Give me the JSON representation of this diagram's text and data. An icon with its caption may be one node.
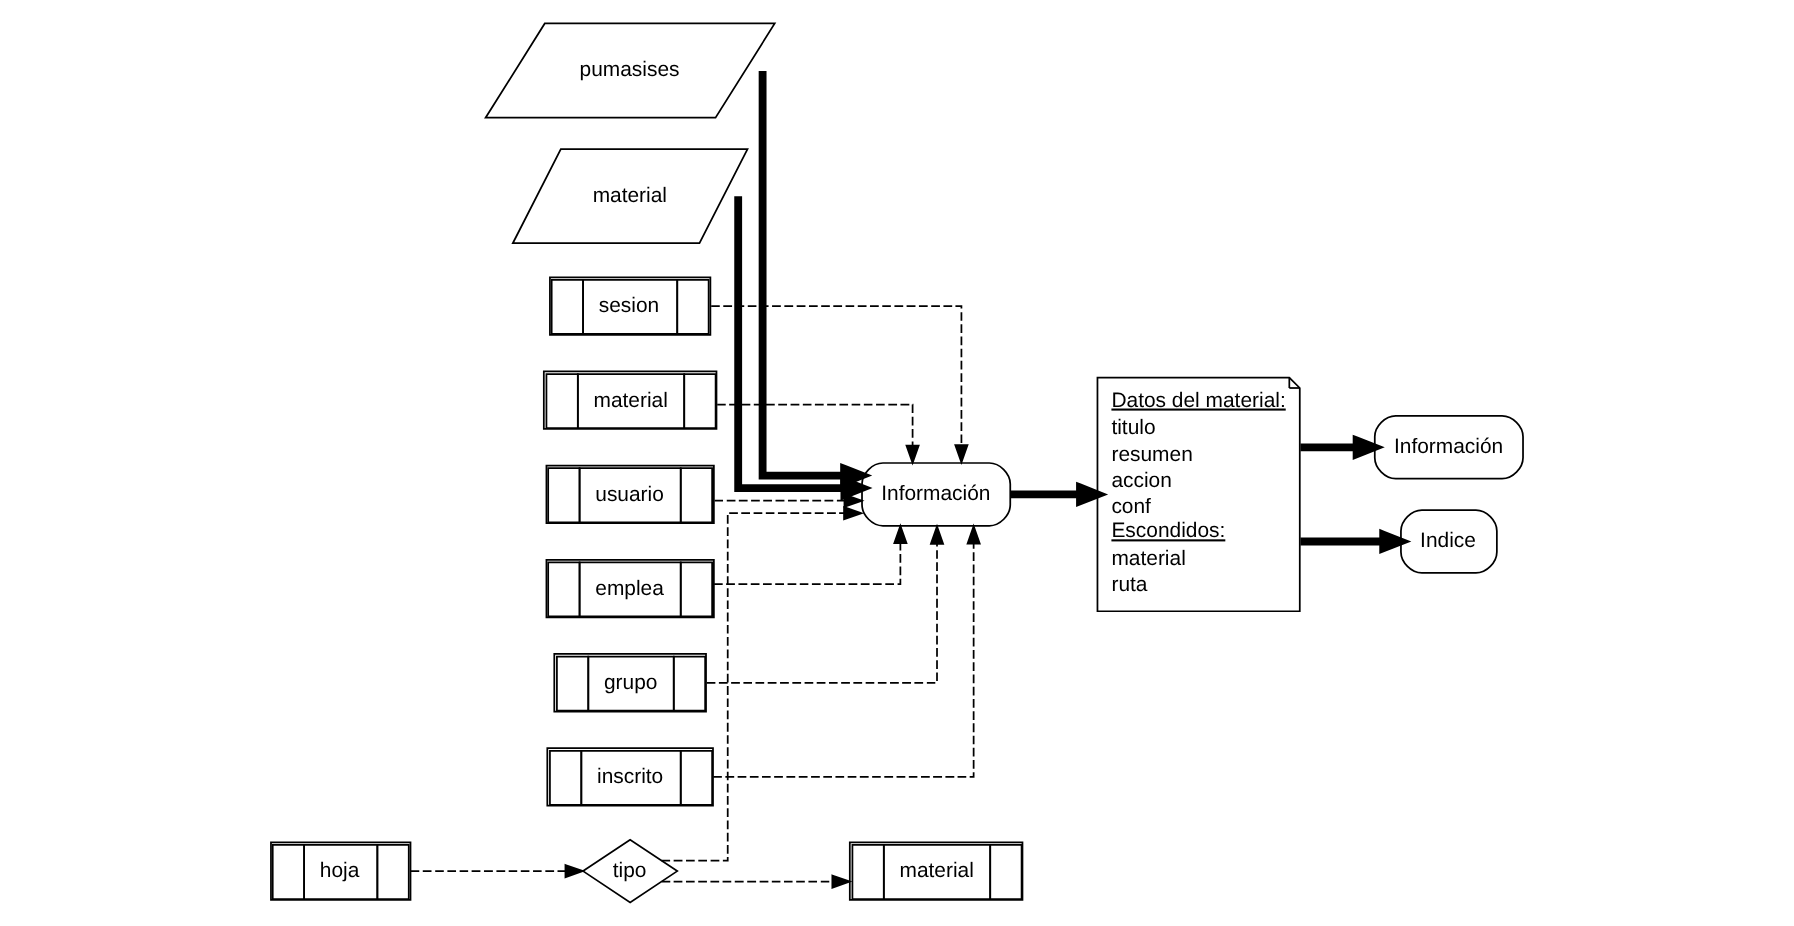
{
  "diagram": {
    "nodes": [
      {
        "text": [
          "pumasises"
        ]
      },
      {
        "text": [
          "material"
        ]
      },
      {
        "text": [
          "Información"
        ]
      },
      {
        "text": [
          "Datos del material:",
          "titulo",
          "resumen",
          "accion",
          "conf",
          "Escondidos:",
          "material",
          "ruta"
        ]
      },
      {
        "text": [
          "Información"
        ]
      },
      {
        "text": [
          "Indice"
        ]
      },
      {
        "text": [
          "sesion"
        ]
      },
      {
        "text": [
          "material"
        ]
      },
      {
        "text": [
          "usuario"
        ]
      },
      {
        "text": [
          "material"
        ]
      },
      {
        "text": [
          "tipo"
        ]
      },
      {
        "text": [
          "emplea"
        ]
      },
      {
        "text": [
          "grupo"
        ]
      },
      {
        "text": [
          "inscrito"
        ]
      },
      {
        "text": [
          "hoja"
        ]
      }
    ],
    "edges": [
      {
        "from": 0,
        "to": 2,
        "arrow": "to",
        "style": "thick"
      },
      {
        "from": 1,
        "to": 2,
        "arrow": "to",
        "style": "thick"
      },
      {
        "from": 2,
        "to": 3,
        "arrow": "to",
        "style": "thick"
      },
      {
        "from": 3,
        "to": 4,
        "arrow": "to",
        "style": "thick"
      },
      {
        "from": 3,
        "to": 5,
        "arrow": "to",
        "style": "thick"
      },
      {
        "from": 6,
        "to": 2,
        "arrow": "to",
        "style": "dashed"
      },
      {
        "from": 7,
        "to": 2,
        "arrow": "to",
        "style": "dashed"
      },
      {
        "from": 8,
        "to": 2,
        "arrow": "to",
        "style": "dashed"
      },
      {
        "from": 10,
        "to": 2,
        "arrow": "to",
        "style": "dashed"
      },
      {
        "from": 11,
        "to": 2,
        "arrow": "to",
        "style": "dashed"
      },
      {
        "from": 12,
        "to": 2,
        "arrow": "to",
        "style": "dashed"
      },
      {
        "from": 13,
        "to": 2,
        "arrow": "to",
        "style": "dashed"
      },
      {
        "from": 10,
        "to": 9,
        "arrow": "to",
        "style": "dashed"
      },
      {
        "from": 14,
        "to": 10,
        "arrow": "to",
        "style": "dashed"
      }
    ]
  }
}
